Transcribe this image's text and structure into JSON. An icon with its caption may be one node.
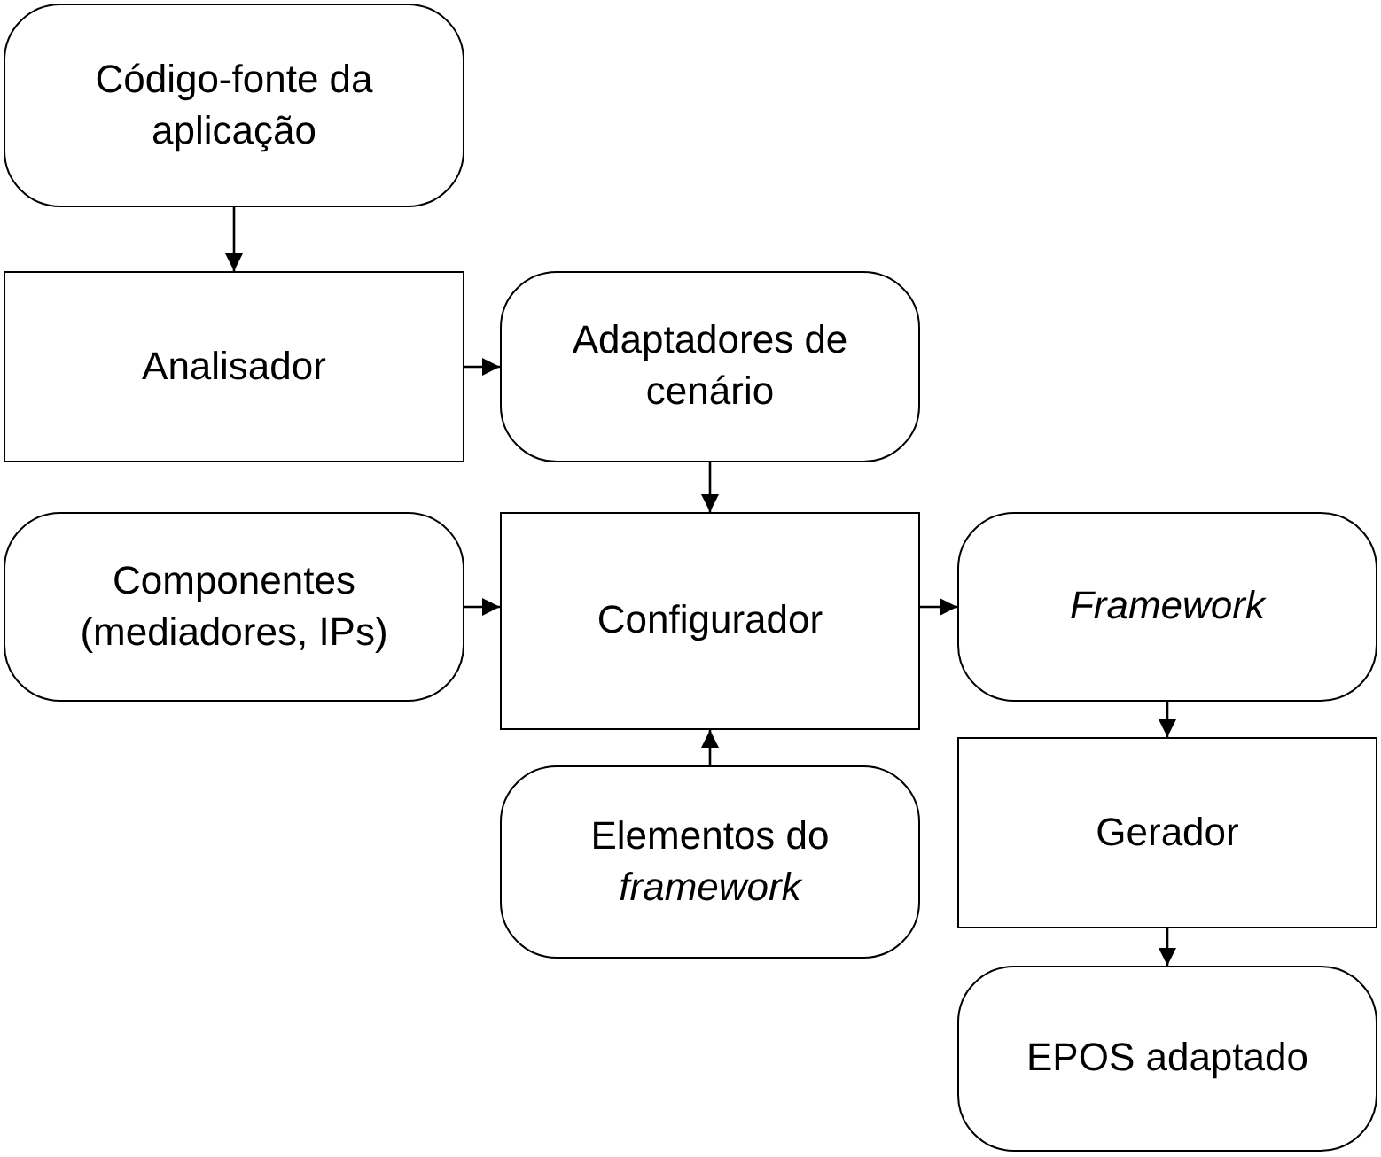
{
  "diagram": {
    "nodes": [
      {
        "text": [
          "Código-fonte da aplicação"
        ]
      },
      {
        "text": [
          "Analisador"
        ]
      },
      {
        "text": [
          "Adaptadores de cenário"
        ]
      },
      {
        "text": [
          "Componentes (mediadores, IPs)"
        ]
      },
      {
        "text": [
          "Configurador"
        ]
      },
      {
        "text": [
          "Framework"
        ]
      },
      {
        "text": [
          "Elementos do *framework*"
        ]
      },
      {
        "text": [
          "Gerador"
        ]
      },
      {
        "text": [
          "EPOS adaptado"
        ]
      }
    ],
    "edges": [
      {
        "from": 0,
        "to": 1,
        "arrow": "to"
      },
      {
        "from": 1,
        "to": 2,
        "arrow": "to"
      },
      {
        "from": 2,
        "to": 4,
        "arrow": "to"
      },
      {
        "from": 3,
        "to": 4,
        "arrow": "to"
      },
      {
        "from": 4,
        "to": 5,
        "arrow": "to"
      },
      {
        "from": 6,
        "to": 4,
        "arrow": "to"
      },
      {
        "from": 5,
        "to": 7,
        "arrow": "to"
      },
      {
        "from": 7,
        "to": 8,
        "arrow": "to"
      }
    ]
  }
}
